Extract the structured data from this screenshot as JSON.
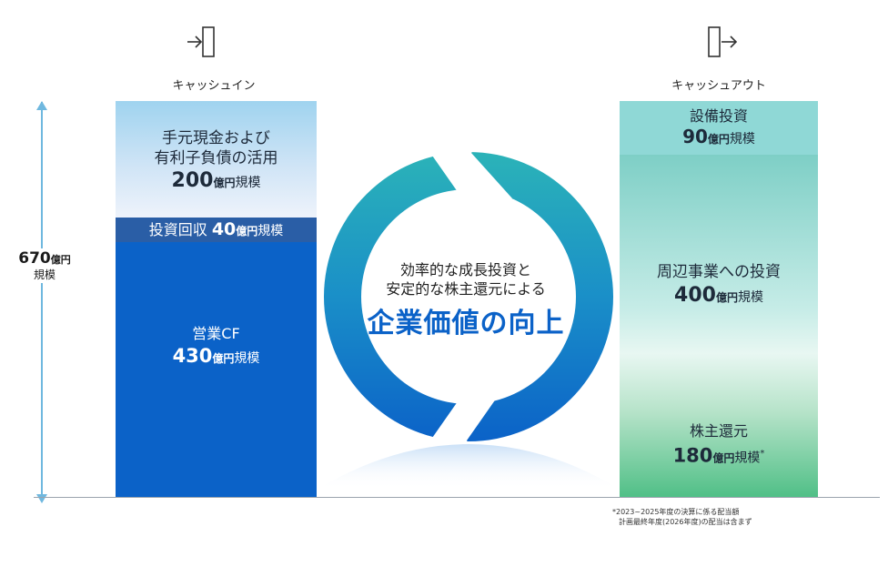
{
  "cash_in": {
    "heading": "キャッシュイン",
    "icon": "enter-icon",
    "segments": {
      "top": {
        "line1": "手元現金および",
        "line2": "有利子負債の活用",
        "value": "200",
        "unit": "億円",
        "scale": "規模"
      },
      "middle": {
        "label": "投資回収",
        "value": "40",
        "unit": "億円",
        "scale": "規模"
      },
      "bottom": {
        "label": "営業CF",
        "value": "430",
        "unit": "億円",
        "scale": "規模"
      }
    }
  },
  "cash_out": {
    "heading": "キャッシュアウト",
    "icon": "exit-icon",
    "segments": {
      "top": {
        "label": "設備投資",
        "value": "90",
        "unit": "億円",
        "scale": "規模"
      },
      "middle": {
        "label": "周辺事業への投資",
        "value": "400",
        "unit": "億円",
        "scale": "規模"
      },
      "bottom": {
        "label": "株主還元",
        "value": "180",
        "unit": "億円",
        "scale": "規模",
        "mark": "*"
      }
    }
  },
  "total": {
    "value": "670",
    "unit": "億円",
    "scale": "規模"
  },
  "center": {
    "line1": "効率的な成長投資と",
    "line2": "安定的な株主還元による",
    "headline": "企業価値の向上"
  },
  "footnote": {
    "line1": "*2023~2025年度の決算に係る配当額",
    "line2": "計画最終年度(2026年度)の配当は含まず"
  },
  "colors": {
    "cash_in_dark": "#0b62c8",
    "cash_in_mid": "#2a5ea6",
    "cash_in_light": "#9fd3ef",
    "cash_out_teal": "#8fd8d6",
    "cash_out_green": "#4fbf86",
    "cycle_teal": "#2bb3b8",
    "cycle_blue": "#0b62c8"
  }
}
